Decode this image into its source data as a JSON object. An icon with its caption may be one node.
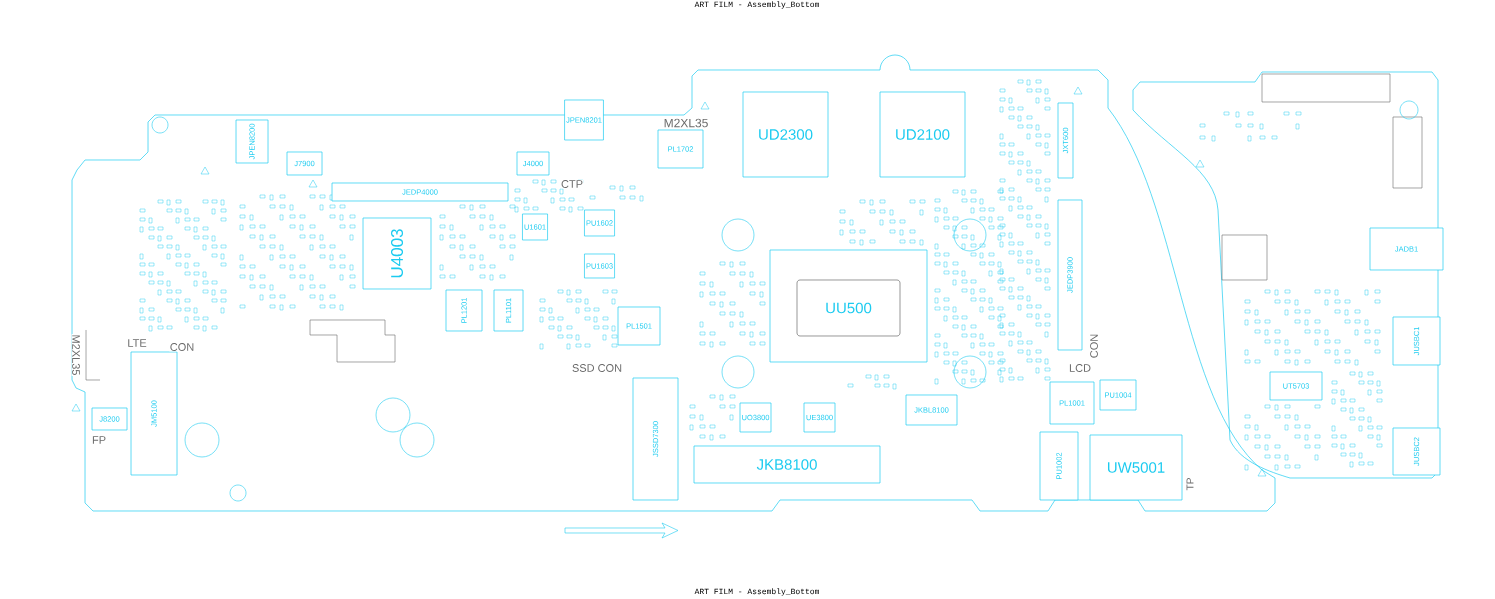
{
  "diagram": {
    "title": "ART FILM - Assembly_Bottom",
    "nodes": [
      {
        "text": [
          "JPEN8200"
        ]
      },
      {
        "text": [
          "J7900"
        ]
      },
      {
        "text": [
          "JEDP4000"
        ]
      },
      {
        "text": [
          "JPEN8201"
        ]
      },
      {
        "text": [
          "J4000"
        ]
      },
      {
        "text": [
          "PL1702"
        ]
      },
      {
        "text": [
          "U4003"
        ]
      },
      {
        "text": [
          "U1601"
        ]
      },
      {
        "text": [
          "PU1602"
        ]
      },
      {
        "text": [
          "PU1603"
        ]
      },
      {
        "text": [
          "PL1201"
        ]
      },
      {
        "text": [
          "PL1101"
        ]
      },
      {
        "text": [
          "PL1501"
        ]
      },
      {
        "text": [
          "JM5100"
        ]
      },
      {
        "text": [
          "J8200"
        ]
      },
      {
        "text": [
          "JSSD7300"
        ]
      },
      {
        "text": [
          "UD2300"
        ]
      },
      {
        "text": [
          "UD2100"
        ]
      },
      {
        "text": [
          "UU500"
        ]
      },
      {
        "text": [
          "UO3800"
        ]
      },
      {
        "text": [
          "UE3800"
        ]
      },
      {
        "text": [
          "JKBL8100"
        ]
      },
      {
        "text": [
          "JKB8100"
        ]
      },
      {
        "text": [
          "JXT600"
        ]
      },
      {
        "text": [
          "JEDP3900"
        ]
      },
      {
        "text": [
          "PL1001"
        ]
      },
      {
        "text": [
          "PU1004"
        ]
      },
      {
        "text": [
          "PU1002"
        ]
      },
      {
        "text": [
          "UW5001"
        ]
      },
      {
        "text": [
          "JADB1"
        ]
      },
      {
        "text": [
          "JUSBC1"
        ]
      },
      {
        "text": [
          "JUSBC2"
        ]
      },
      {
        "text": [
          "UT5703"
        ]
      }
    ],
    "labels": [
      "M2XL35",
      "CTP",
      "LTE",
      "CON",
      "M2XL35",
      "SSD CON",
      "LCD",
      "CON",
      "FP",
      "TP",
      "ART FILM - Assembly_Bottom"
    ]
  }
}
